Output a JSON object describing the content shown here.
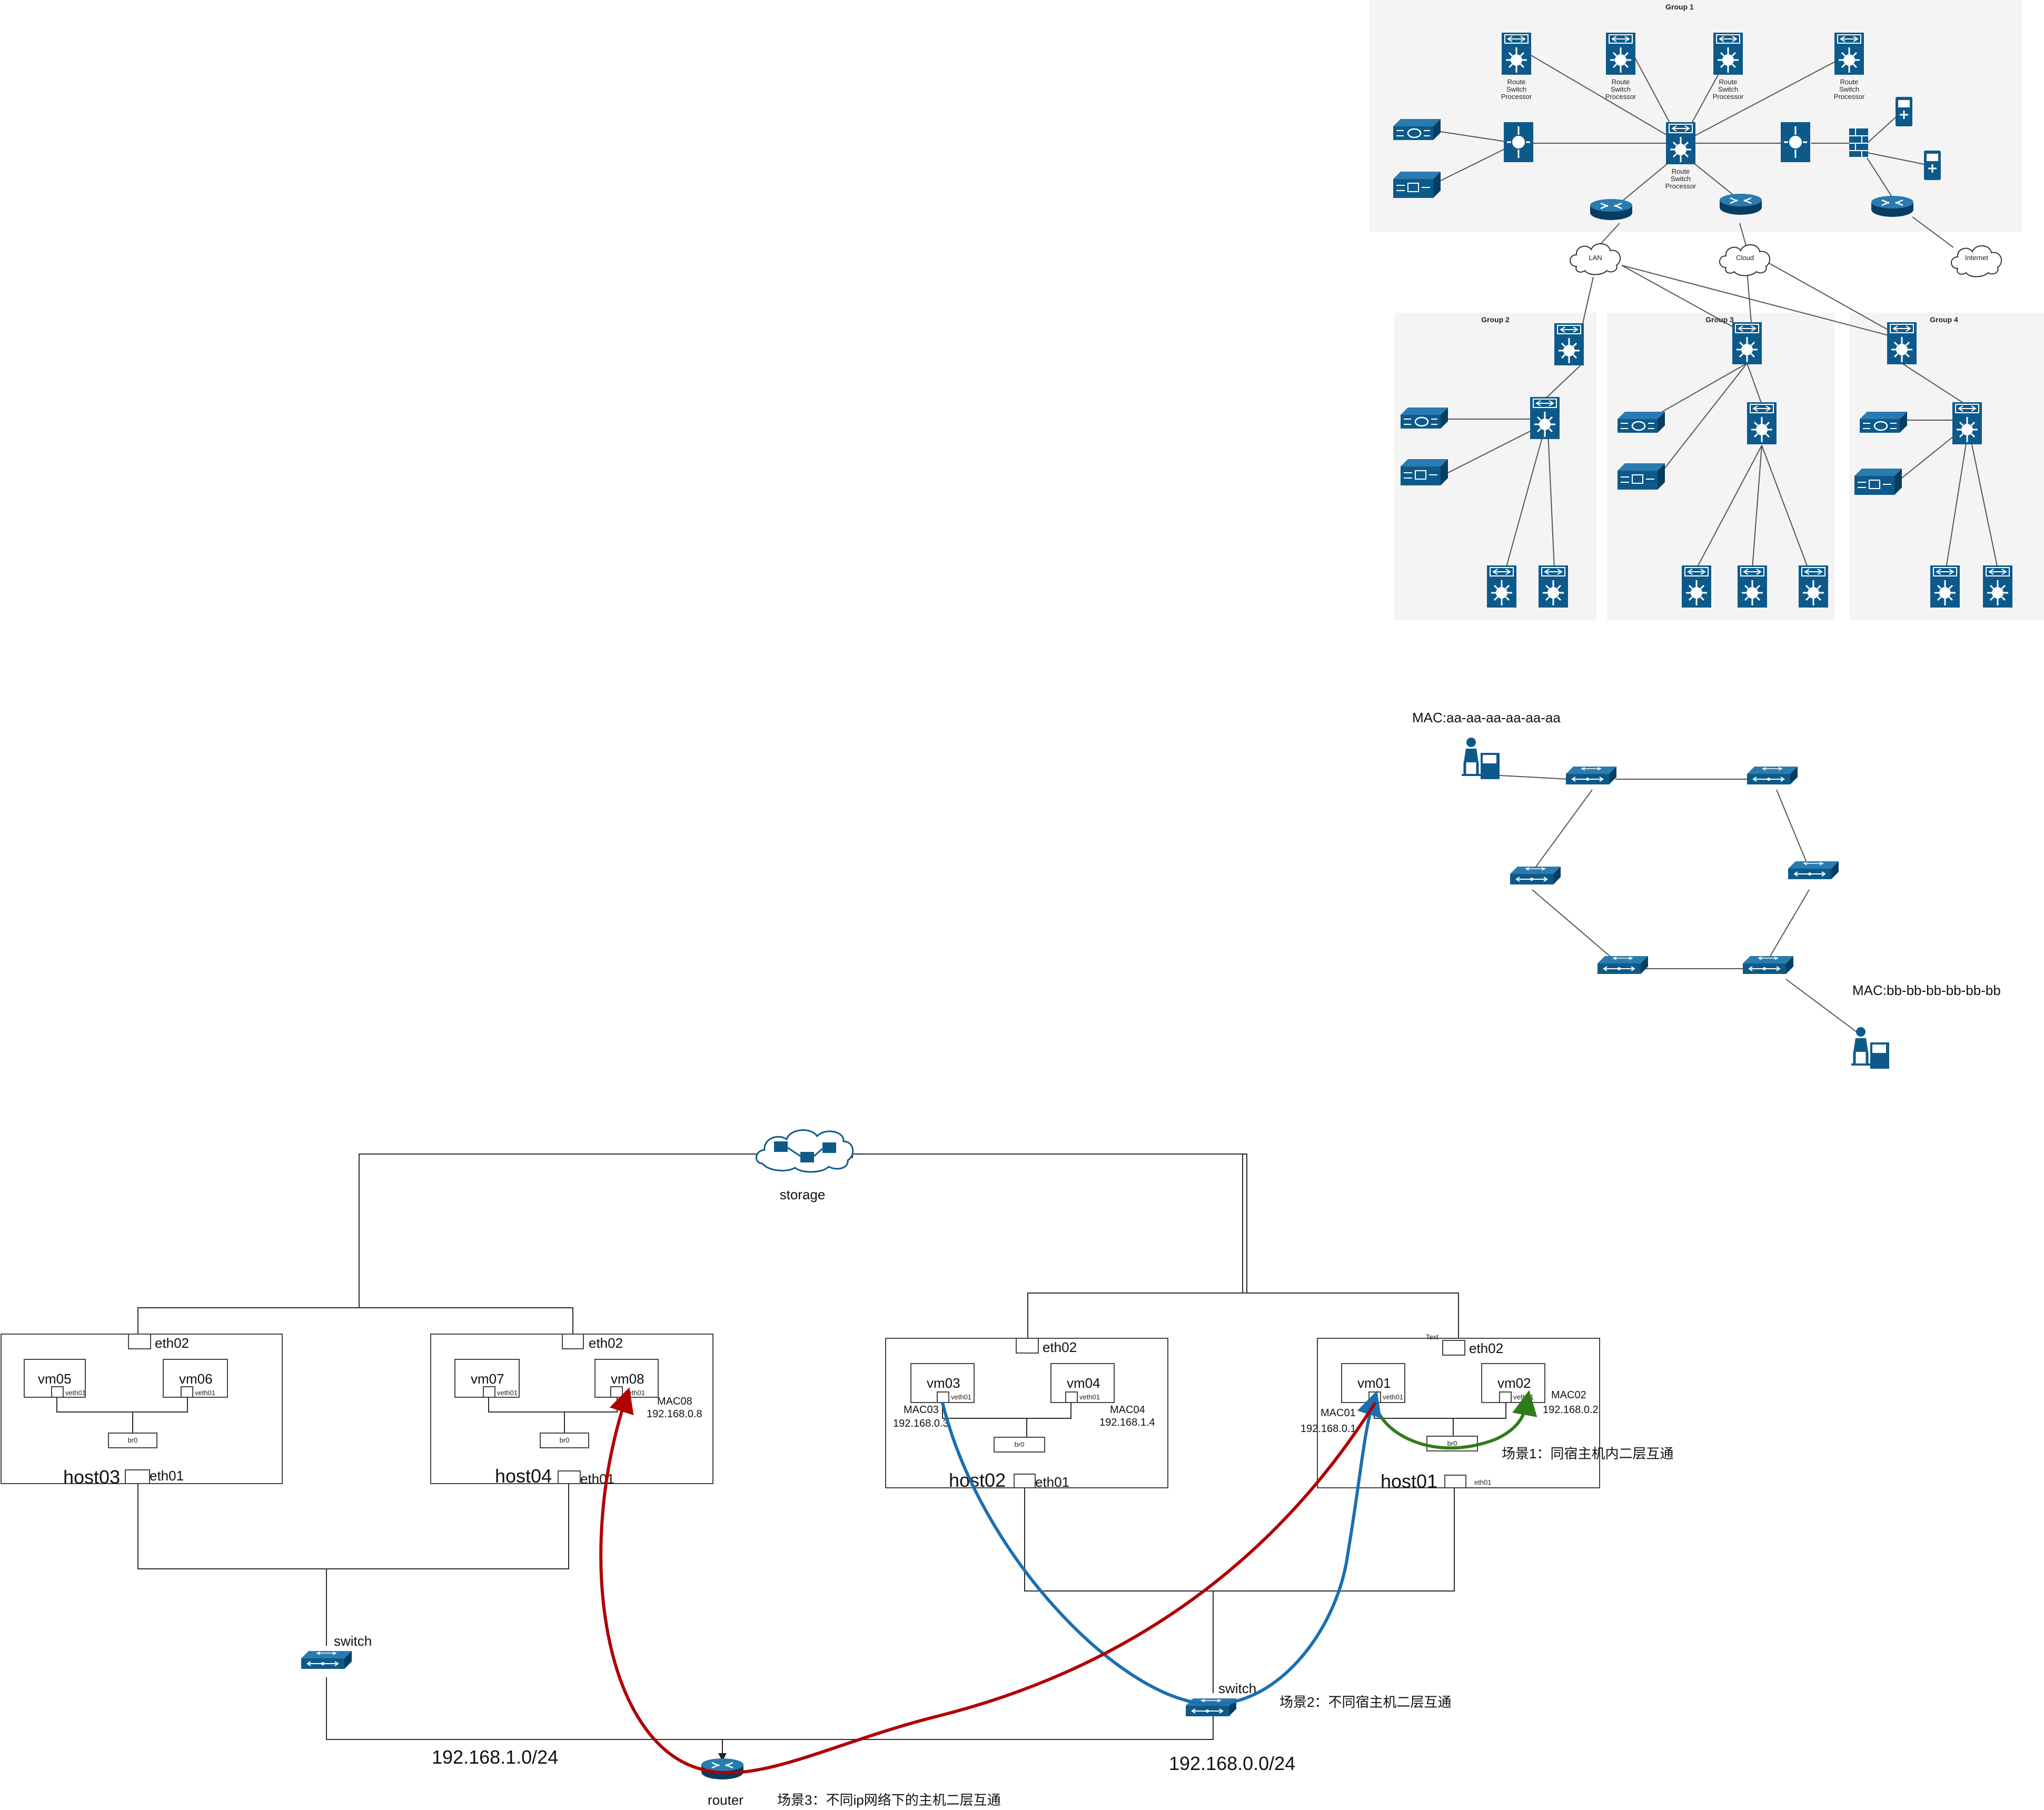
{
  "groups": [
    {
      "id": "g1",
      "label": "Group 1"
    },
    {
      "id": "g2",
      "label": "Group 2"
    },
    {
      "id": "g3",
      "label": "Group 3"
    },
    {
      "id": "g4",
      "label": "Group 4"
    }
  ],
  "topology": {
    "rsp_label_1": "Route",
    "rsp_label_2": "Switch",
    "rsp_label_3": "Processor",
    "lan_label": "LAN",
    "cloud_label": "Cloud",
    "internet_label": "Internet"
  },
  "ring": {
    "mac_a": "MAC:aa-aa-aa-aa-aa-aa",
    "mac_b": "MAC:bb-bb-bb-bb-bb-bb"
  },
  "network": {
    "storage_label": "storage",
    "switch_label": "switch",
    "router_label": "router",
    "subnet_left": "192.168.1.0/24",
    "subnet_right": "192.168.0.0/24",
    "scenario_1": "场景1：同宿主机内二层互通",
    "scenario_2": "场景2：不同宿主机二层互通",
    "scenario_3": "场景3：不同ip网络下的主机二层互通",
    "text_tag": "Text",
    "hosts": [
      {
        "name": "host03",
        "eth02": "eth02",
        "eth01": "eth01",
        "br": "br0",
        "vms": [
          {
            "name": "vm05",
            "veth": "veth01"
          },
          {
            "name": "vm06",
            "veth": "veth01"
          }
        ]
      },
      {
        "name": "host04",
        "eth02": "eth02",
        "eth01": "eth01",
        "br": "br0",
        "vms": [
          {
            "name": "vm07",
            "veth": "veth01"
          },
          {
            "name": "vm08",
            "veth": "veth01",
            "mac": "MAC08",
            "ip": "192.168.0.8"
          }
        ]
      },
      {
        "name": "host02",
        "eth02": "eth02",
        "eth01": "eth01",
        "br": "br0",
        "vms": [
          {
            "name": "vm03",
            "veth": "veth01",
            "mac": "MAC03",
            "ip": "192.168.0.3"
          },
          {
            "name": "vm04",
            "veth": "veth01",
            "mac": "MAC04",
            "ip": "192.168.1.4"
          }
        ]
      },
      {
        "name": "host01",
        "eth02": "eth02",
        "eth01": "eth01",
        "br": "br0",
        "vms": [
          {
            "name": "vm01",
            "veth": "veth01",
            "mac": "MAC01",
            "ip": "192.168.0.1"
          },
          {
            "name": "vm02",
            "veth": "veth01",
            "mac": "MAC02",
            "ip": "192.168.0.2"
          }
        ]
      }
    ]
  },
  "colors": {
    "device_blue": "#0d5a8a",
    "group_bg": "#f4f4f4",
    "path_red": "#b00000",
    "path_blue": "#1a6fb0",
    "path_green": "#2e7d1a"
  }
}
